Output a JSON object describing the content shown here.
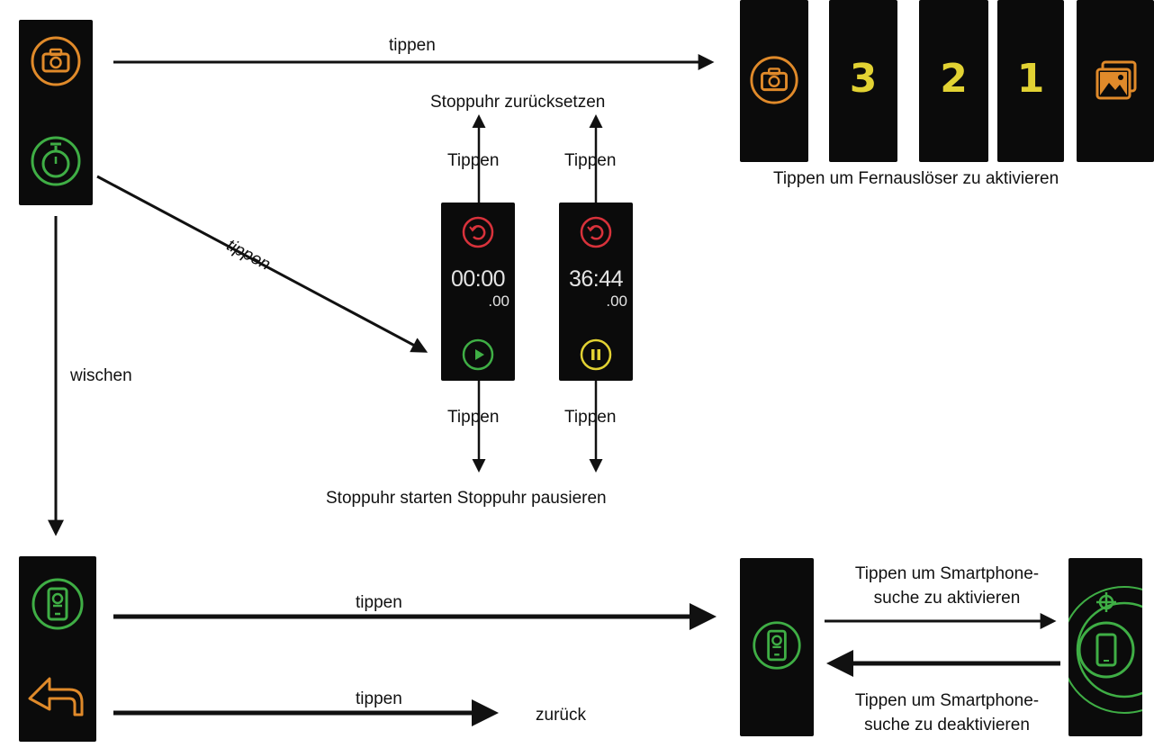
{
  "labels": {
    "tap_camera": "tippen",
    "tap_stopwatch": "tippen",
    "swipe": "wischen",
    "reset": "Stoppuhr zurücksetzen",
    "tap_reset_1": "Tippen",
    "tap_reset_2": "Tippen",
    "tap_start": "Tippen",
    "tap_pause": "Tippen",
    "start_pause": "Stoppuhr starten Stoppuhr pausieren",
    "remote_shutter": "Tippen um Fernauslöser  zu aktivieren",
    "tap_phone": "tippen",
    "tap_back": "tippen",
    "back": "zurück",
    "activate_line1": "Tippen um Smartphone-",
    "activate_line2": "suche zu aktivieren",
    "deactivate_line1": "Tippen um Smartphone-",
    "deactivate_line2": "suche zu deaktivieren"
  },
  "countdown": [
    "3",
    "2",
    "1"
  ],
  "timers": {
    "initial_main": "00:00",
    "initial_sub": ".00",
    "running_main": "36:44",
    "running_sub": ".00"
  },
  "icons": {
    "camera": "camera-icon",
    "stopwatch": "stopwatch-icon",
    "reset": "reset-icon",
    "play": "play-icon",
    "pause": "pause-icon",
    "gallery": "gallery-icon",
    "find_phone": "find-phone-icon",
    "back": "back-arrow-icon",
    "crosshair": "crosshair-icon"
  },
  "colors": {
    "orange": "#e08a2a",
    "green": "#3fae45",
    "red": "#d8323b",
    "yellow": "#e2d233",
    "panel": "#0b0b0b",
    "ink": "#111111"
  }
}
